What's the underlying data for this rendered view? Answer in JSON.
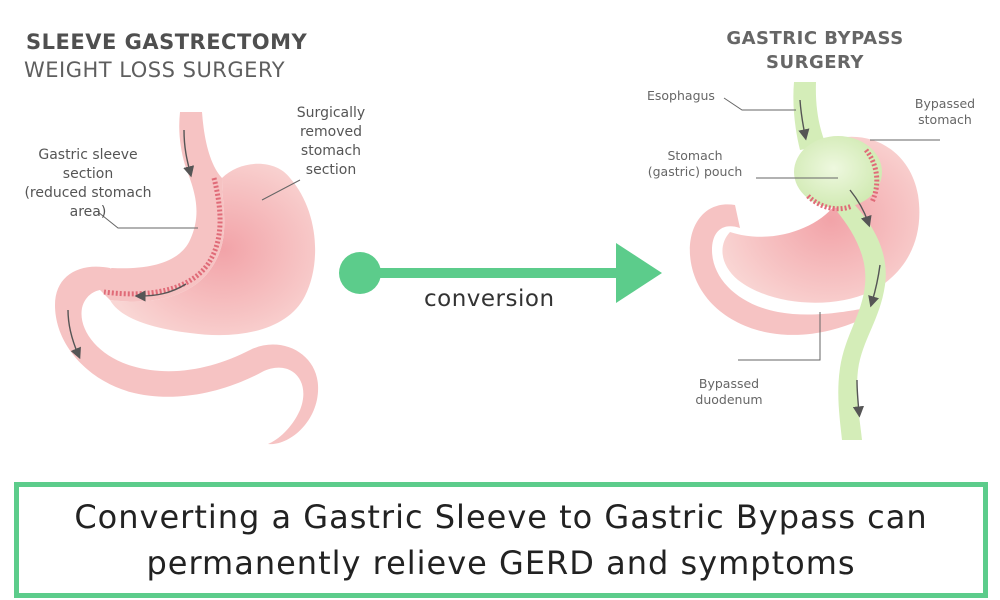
{
  "left_panel": {
    "title_line1": "SLEEVE GASTRECTOMY",
    "title_line2": "WEIGHT LOSS SURGERY",
    "label_sleeve": [
      "Gastric sleeve",
      "section",
      "(reduced stomach",
      "area)"
    ],
    "label_removed": [
      "Surgically",
      "removed",
      "stomach",
      "section"
    ]
  },
  "right_panel": {
    "title_line1": "GASTRIC BYPASS",
    "title_line2": "SURGERY",
    "label_esophagus": "Esophagus",
    "label_bypassed_stomach": [
      "Bypassed",
      "stomach"
    ],
    "label_pouch": [
      "Stomach",
      "(gastric) pouch"
    ],
    "label_bypassed_duodenum": [
      "Bypassed",
      "duodenum"
    ]
  },
  "arrow": {
    "label": "conversion",
    "color": "#5ccc8b"
  },
  "banner": {
    "line1": "Converting a Gastric Sleeve to Gastric Bypass can",
    "line2": "permanently relieve GERD and symptoms",
    "border_color": "#5ccc8b"
  },
  "colors": {
    "tissue_pink": "#f6c3c3",
    "tissue_dark_pink": "#f08f96",
    "pouch_green": "#d4edb8",
    "accent_green": "#5ccc8b"
  }
}
